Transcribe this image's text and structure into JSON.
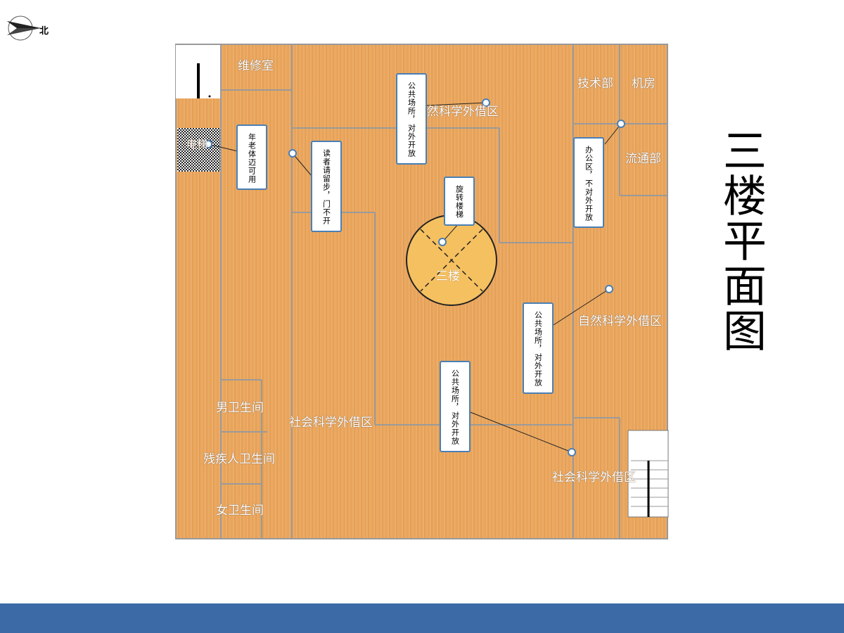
{
  "compass": {
    "north_label": "北"
  },
  "title": "三楼平面图",
  "rooms": {
    "repair_room": "维修室",
    "tech_dept": "技术部",
    "machine_room": "机房",
    "circulation_dept": "流通部",
    "elevator": "电梯",
    "natural_science_top": "然科学外借区",
    "natural_science_right": "自然科学外借区",
    "social_science_left": "社会科学外借区",
    "social_science_bottom_right": "社会科学外借区",
    "mens_restroom": "男卫生间",
    "accessible_restroom": "残疾人卫生间",
    "womens_restroom": "女卫生间",
    "center_floor": "三楼"
  },
  "notes": {
    "elderly": "年老体迈可用",
    "readers_stop": "读者请留步，门不开",
    "public_top": "公共场所，对外开放",
    "spiral_stairs": "旋转楼梯",
    "office": "办公区，不对外开放",
    "public_right": "公共场所，对外开放",
    "public_bottom": "公共场所，对外开放"
  },
  "colors": {
    "floor": "#e9a45a",
    "wall": "#9a9a9a",
    "note_border": "#4a7fb5",
    "stair_circle": "#f5c060",
    "footer": "#3b6aa6"
  }
}
